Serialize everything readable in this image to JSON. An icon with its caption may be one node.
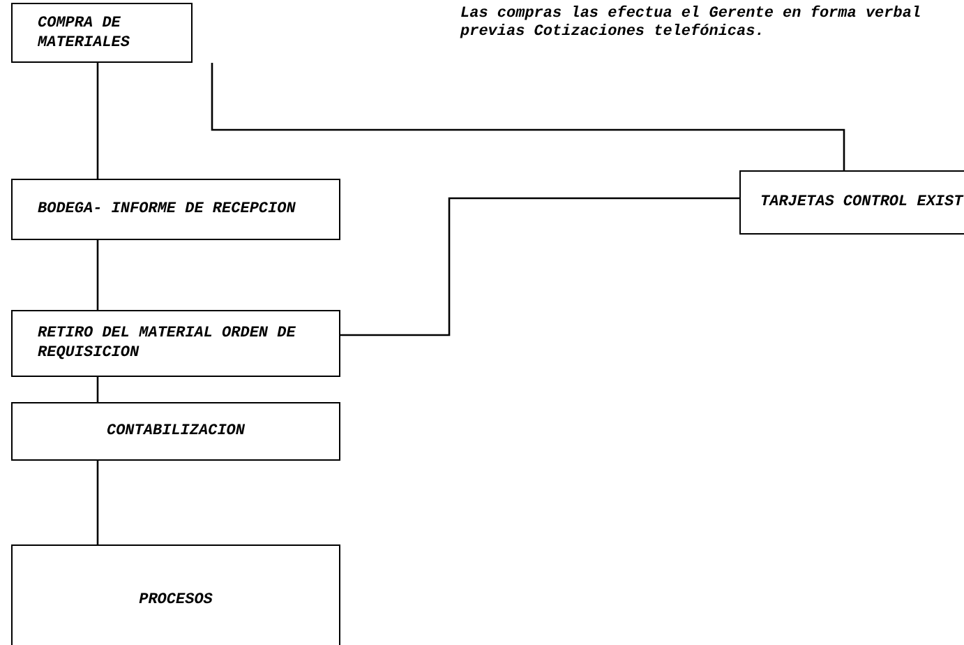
{
  "diagram": {
    "nodes": [
      {
        "text": [
          "COMPRA DE MATERIALES"
        ]
      },
      {
        "text": [
          "BODEGA- INFORME DE RECEPCION"
        ]
      },
      {
        "text": [
          "RETIRO DEL MATERIAL ORDEN DE REQUISICION"
        ]
      },
      {
        "text": [
          "CONTABILIZACION"
        ]
      },
      {
        "text": [
          "PROCESOS"
        ]
      },
      {
        "text": [
          "TARJETAS CONTROL EXIST"
        ]
      }
    ],
    "edges": [
      {
        "from": 0,
        "to": 1,
        "arrow": "none"
      },
      {
        "from": 1,
        "to": 2,
        "arrow": "none"
      },
      {
        "from": 2,
        "to": 3,
        "arrow": "none"
      },
      {
        "from": 3,
        "to": 4,
        "arrow": "none"
      },
      {
        "from": 0,
        "to": 5,
        "arrow": "none"
      },
      {
        "from": 2,
        "to": 5,
        "arrow": "none"
      }
    ],
    "labels": [
      "Las compras las efectua el Gerente en forma verbal previas Cotizaciones telefónicas."
    ]
  }
}
